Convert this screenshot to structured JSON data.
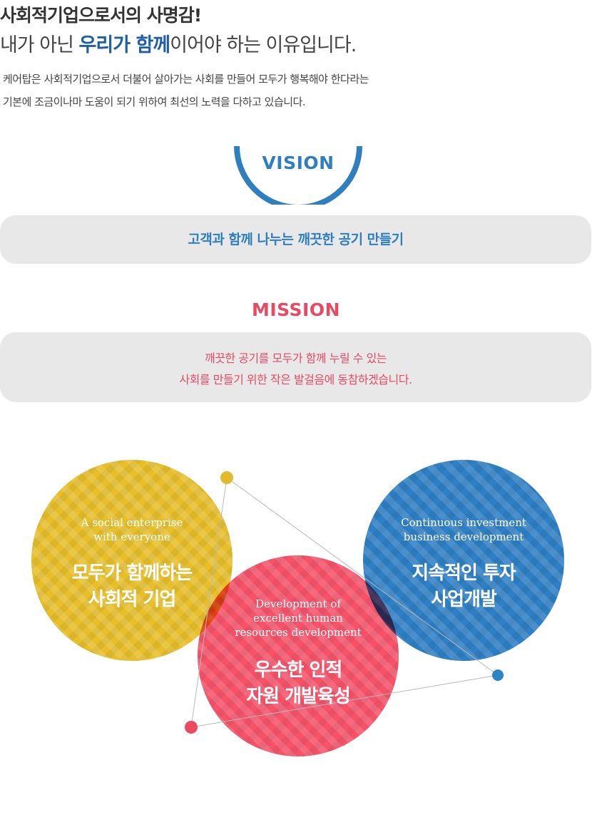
{
  "header": {
    "title_line1": "사회적기업으로서의 사명감!",
    "title_line2_prefix": "내가 아닌 ",
    "title_line2_highlight": "우리가 함께",
    "title_line2_suffix": "이어야 하는 이유입니다.",
    "description_line1": "케어탑은 사회적기업으로서 더불어 살아가는 사회를 만들어 모두가 행복해야 한다라는",
    "description_line2": "기본에 조금이나마 도움이 되기 위하여 최선의 노력을 다하고 있습니다."
  },
  "vision": {
    "label": "VISION",
    "text": "고객과 함께 나누는 깨끗한 공기 만들기"
  },
  "mission": {
    "label": "MISSION",
    "text_line1": "깨끗한 공기를 모두가 함께 누릴 수 있는",
    "text_line2": "사회를 만들기 위한 작은 발걸음에 동참하겠습니다."
  },
  "circles": {
    "yellow": {
      "en_line1": "A social enterprise",
      "en_line2": "with everyone",
      "ko_line1": "모두가 함께하는",
      "ko_line2": "사회적 기업",
      "color": "#e7bf2a"
    },
    "blue": {
      "en_line1": "Continuous investment",
      "en_line2": "business development",
      "ko_line1": "지속적인 투자",
      "ko_line2": "사업개발",
      "color": "#2e7fc4"
    },
    "red": {
      "en_line1": "Development of",
      "en_line2": "excellent human",
      "en_line3": "resources development",
      "ko_line1": "우수한 인적",
      "ko_line2": "자원 개발육성",
      "color": "#f5465f"
    }
  },
  "colors": {
    "vision_blue": "#2f7fc0",
    "mission_pink": "#e84a64",
    "highlight_blue": "#1f5fa8",
    "box_gray": "#e8e8e8"
  }
}
